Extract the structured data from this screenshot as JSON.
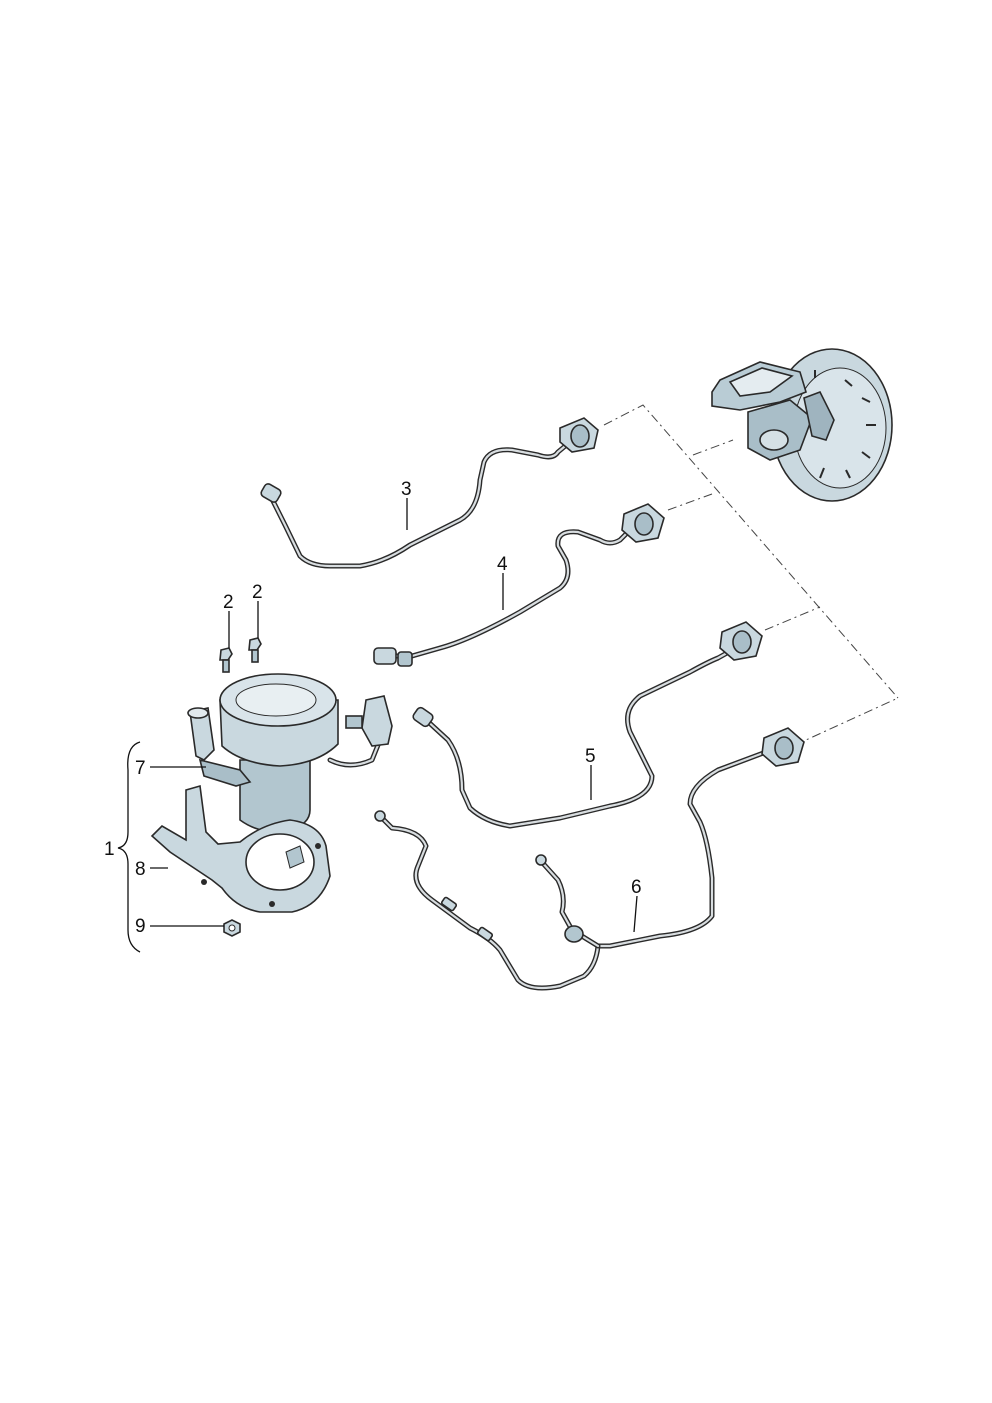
{
  "callouts": [
    {
      "id": "1",
      "label": "1"
    },
    {
      "id": "2a",
      "label": "2"
    },
    {
      "id": "2b",
      "label": "2"
    },
    {
      "id": "3",
      "label": "3"
    },
    {
      "id": "4",
      "label": "4"
    },
    {
      "id": "5",
      "label": "5"
    },
    {
      "id": "6",
      "label": "6"
    },
    {
      "id": "7",
      "label": "7"
    },
    {
      "id": "8",
      "label": "8"
    },
    {
      "id": "9",
      "label": "9"
    }
  ],
  "colors": {
    "part_fill": "#c9d8df",
    "part_shade": "#9fb4bf",
    "outline": "#2a2a2a",
    "background": "#ffffff"
  }
}
